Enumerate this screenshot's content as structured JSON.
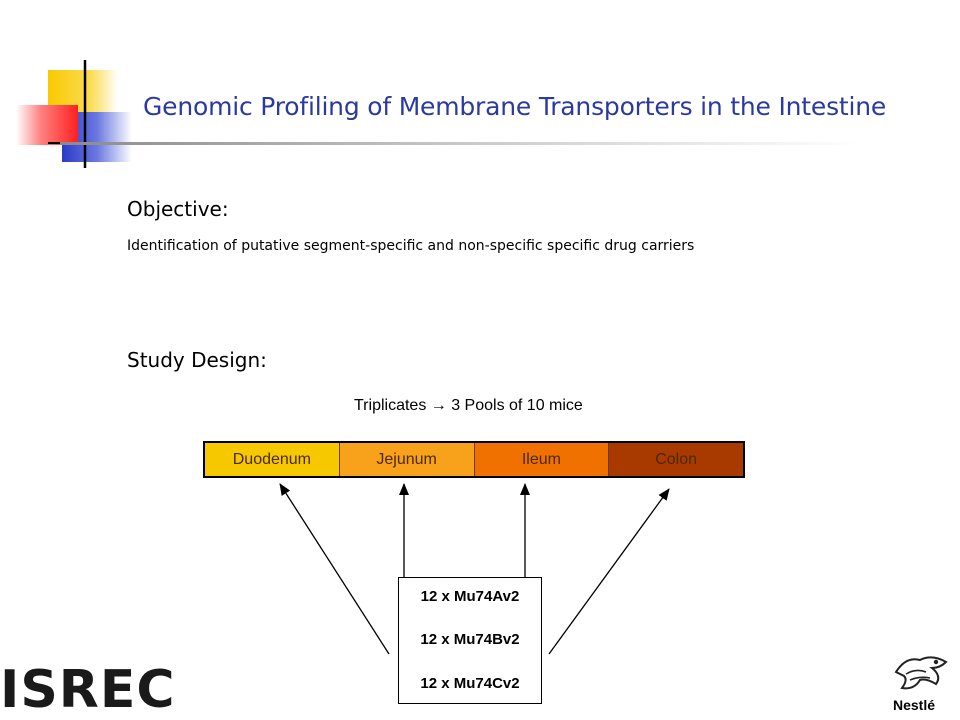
{
  "slide": {
    "title": "Genomic Profiling of Membrane Transporters in the Intestine",
    "objective_heading": "Objective:",
    "objective_text": "Identification of putative segment-specific and non-specific specific drug carriers",
    "study_design_heading": "Study Design:",
    "triplicates_label": "Triplicates → 3 Pools of 10 mice"
  },
  "segments": [
    {
      "label": "Duodenum",
      "color": "#f5c800"
    },
    {
      "label": "Jejunum",
      "color": "#f7a21a"
    },
    {
      "label": "Ileum",
      "color": "#f07000"
    },
    {
      "label": "Colon",
      "color": "#a83a00"
    }
  ],
  "chips": [
    "12 x Mu74Av2",
    "12 x Mu74Bv2",
    "12 x Mu74Cv2"
  ],
  "logos": {
    "left_logo_text": "ISREC",
    "right_logo_text": "Nestlé"
  },
  "colors": {
    "title": "#2b3aa0",
    "accent_yellow": "#f9c900",
    "accent_blue": "#2b3ac8",
    "accent_red": "#ff4040"
  }
}
